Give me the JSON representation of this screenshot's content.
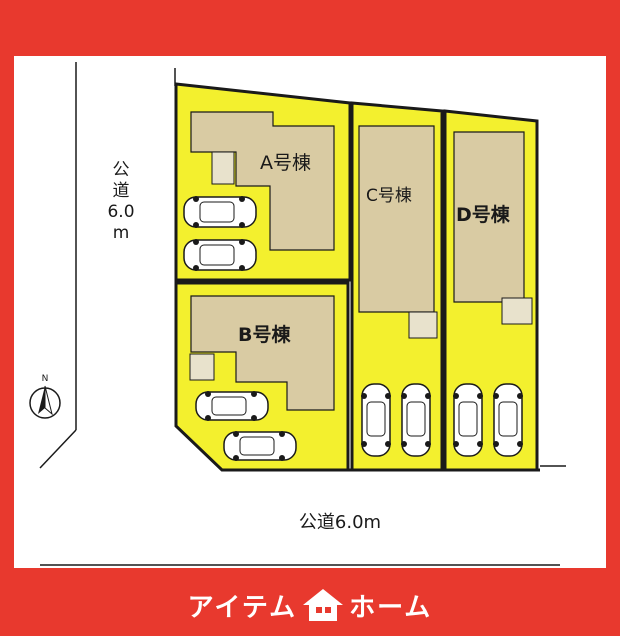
{
  "lots": [
    {
      "id": "A",
      "label": "A号棟"
    },
    {
      "id": "B",
      "label": "B号棟"
    },
    {
      "id": "C",
      "label": "C号棟"
    },
    {
      "id": "D",
      "label": "D号棟"
    }
  ],
  "roads": {
    "west_label_lines": [
      "公",
      "道",
      "6.0",
      "m"
    ],
    "south_label": "公道6.0m"
  },
  "north_arrow": {
    "label": "N"
  },
  "brand": {
    "left_text": "アイテム",
    "right_text": "ホーム"
  },
  "colors": {
    "frame": "#e8392e",
    "lot_fill": "#f3f02e",
    "building_fill": "#d9cba3",
    "outline": "#1a1a1a"
  }
}
